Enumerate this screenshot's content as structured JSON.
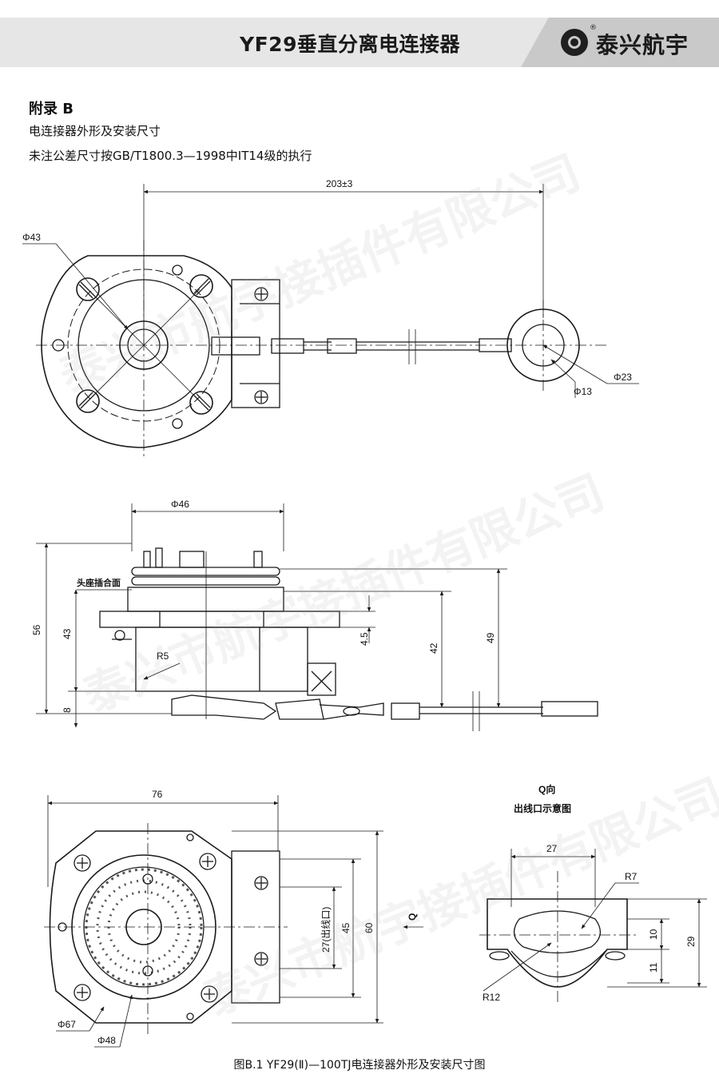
{
  "header": {
    "title": "YF29垂直分离电连接器",
    "brand": "泰兴航宇",
    "reg_mark": "®"
  },
  "section": {
    "title": "附录 B",
    "subtitle": "电连接器外形及安装尺寸",
    "note": "未注公差尺寸按GB/T1800.3—1998中IT14级的执行"
  },
  "watermark": "泰兴市航宇接插件有限公司",
  "dims": {
    "length": "203±3",
    "d43": "Φ43",
    "d23": "Φ23",
    "d13": "Φ13",
    "d46": "Φ46",
    "mating_face": "头座插合面",
    "h56": "56",
    "h43": "43",
    "r5": "R5",
    "h8": "8",
    "h4_5": "4.5",
    "h42": "42",
    "h49": "49",
    "w76": "76",
    "w27_outlet": "27(出线口)",
    "h45": "45",
    "h60": "60",
    "q": "Q",
    "d67": "Φ67",
    "d48": "Φ48",
    "q_view": "Q向",
    "outlet_view": "出线口示意图",
    "w27": "27",
    "r7": "R7",
    "h10": "10",
    "h29": "29",
    "h11": "11",
    "r12": "R12"
  },
  "caption": "图B.1  YF29(Ⅱ)—100TJ电连接器外形及安装尺寸图"
}
